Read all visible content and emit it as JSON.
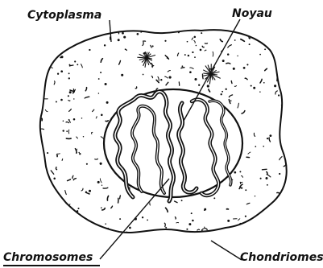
{
  "labels": {
    "cytoplasm": "Cytoplasma",
    "nucleus": "Noyau",
    "chromosomes": "Chromosomes",
    "chondriomes": "Chondriomes"
  },
  "colors": {
    "ink": "#111111",
    "paper": "#ffffff"
  }
}
